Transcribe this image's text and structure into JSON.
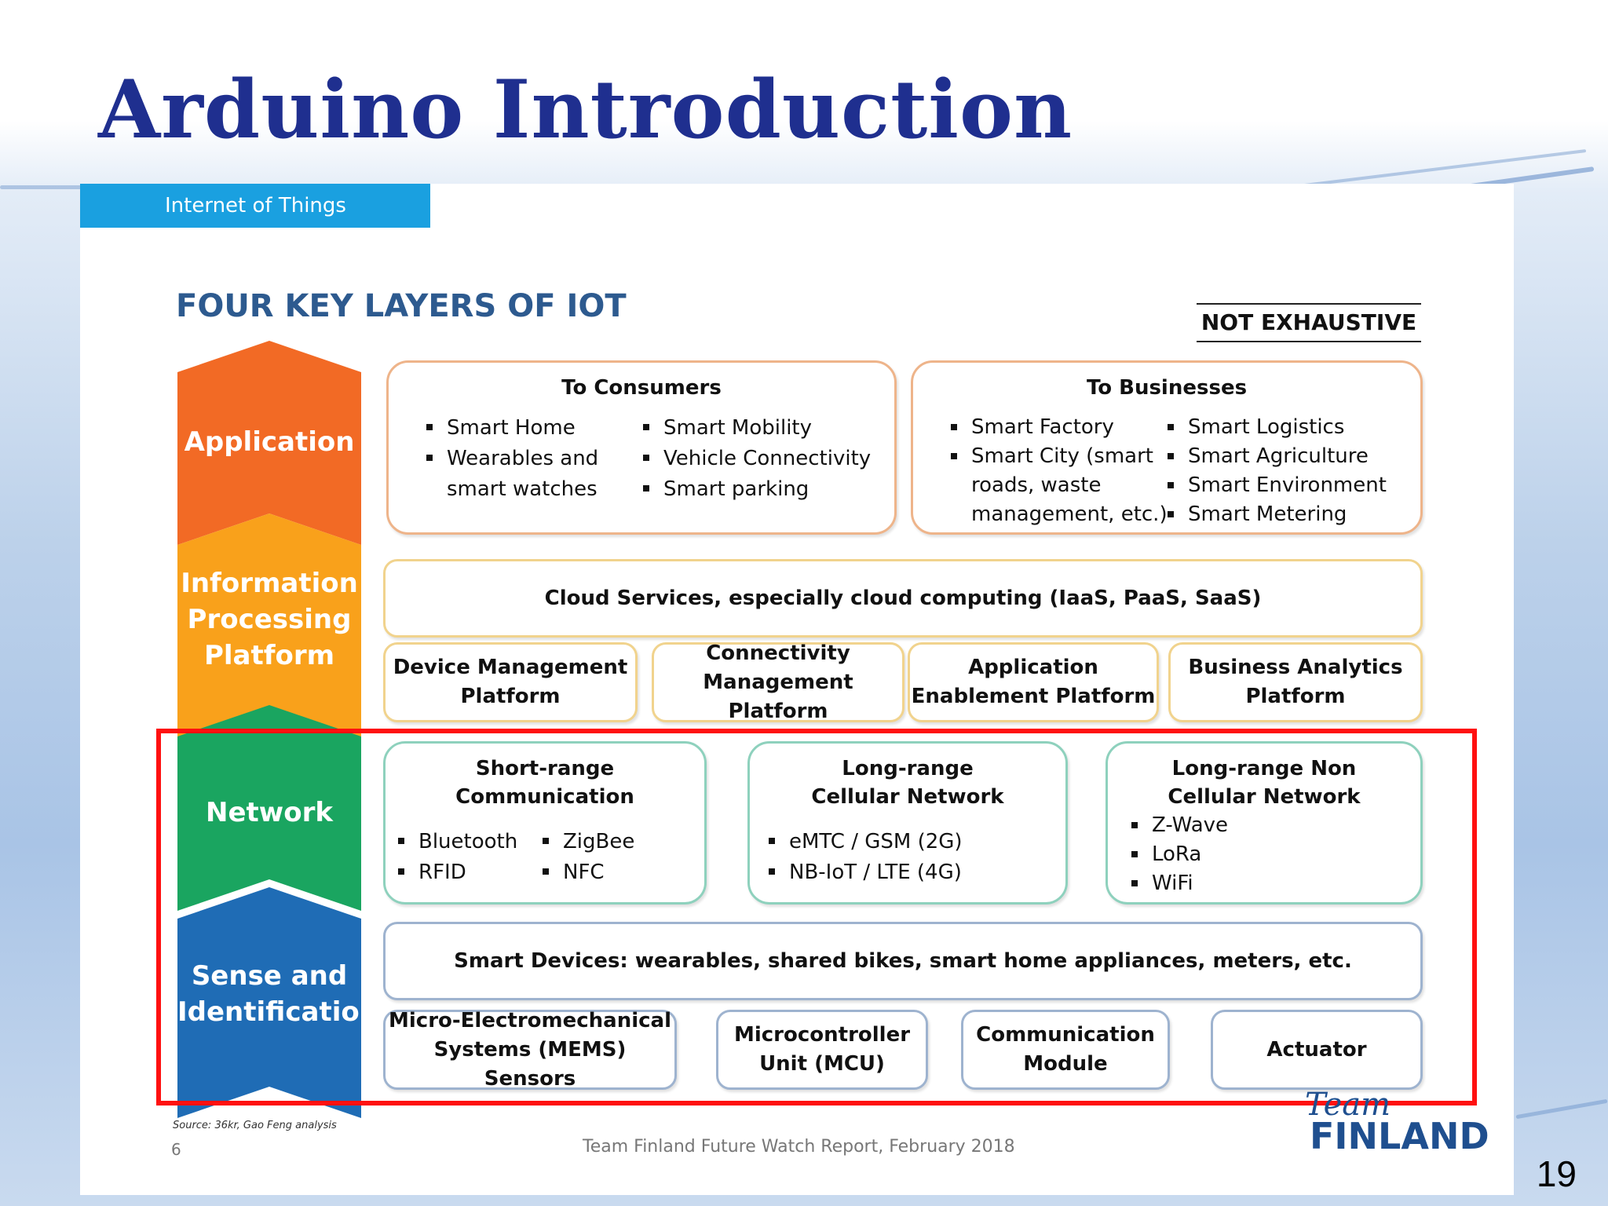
{
  "slide": {
    "title": "Arduino Introduction",
    "page_number": "19"
  },
  "panel": {
    "tag": "Internet of Things",
    "diagram_title": "FOUR KEY LAYERS OF IOT",
    "not_exhaustive": "NOT EXHAUSTIVE",
    "source_note": "Source: 36kr, Gao Feng analysis",
    "page": "6",
    "footer": "Team Finland Future Watch Report, February 2018",
    "logo_script": "Team",
    "logo_text": "FINLAND"
  },
  "layers": {
    "application": {
      "label": "Application",
      "color": "#f26a25"
    },
    "information": {
      "label_lines": [
        "Information",
        "Processing",
        "Platform"
      ],
      "color": "#f9a11b"
    },
    "network": {
      "label": "Network",
      "color": "#1aa560"
    },
    "sense": {
      "label_lines": [
        "Sense and",
        "Identification"
      ],
      "color": "#1f6cb5"
    }
  },
  "application": {
    "consumers": {
      "title": "To Consumers",
      "col1": [
        "Smart Home",
        "Wearables and",
        "smart watches"
      ],
      "col2": [
        "Smart Mobility",
        "Vehicle Connectivity",
        "Smart parking"
      ]
    },
    "businesses": {
      "title": "To Businesses",
      "col1": [
        "Smart Factory",
        "Smart City (smart",
        "roads, waste",
        "management, etc.)"
      ],
      "col2": [
        "Smart Logistics",
        "Smart Agriculture",
        "Smart Environment",
        "Smart Metering"
      ]
    }
  },
  "information": {
    "cloud": "Cloud Services, especially cloud computing (IaaS, PaaS, SaaS)",
    "platforms": [
      [
        "Device Management",
        "Platform"
      ],
      [
        "Connectivity",
        "Management Platform"
      ],
      [
        "Application",
        "Enablement Platform"
      ],
      [
        "Business Analytics",
        "Platform"
      ]
    ]
  },
  "network": {
    "short_range": {
      "title_lines": [
        "Short-range",
        "Communication"
      ],
      "col1": [
        "Bluetooth",
        "RFID"
      ],
      "col2": [
        "ZigBee",
        "NFC"
      ]
    },
    "long_range": {
      "title_lines": [
        "Long-range",
        "Cellular Network"
      ],
      "items": [
        "eMTC / GSM (2G)",
        "NB-IoT / LTE (4G)"
      ]
    },
    "long_range_non": {
      "title_lines": [
        "Long-range Non",
        "Cellular Network"
      ],
      "items": [
        "Z-Wave",
        "LoRa",
        "WiFi"
      ]
    }
  },
  "sense": {
    "smart_devices": "Smart Devices: wearables, shared bikes, smart home appliances, meters, etc.",
    "components": [
      [
        "Micro-Electromechanical",
        "Systems (MEMS) Sensors"
      ],
      [
        "Microcontroller",
        "Unit (MCU)"
      ],
      [
        "Communication",
        "Module"
      ],
      [
        "Actuator"
      ]
    ]
  },
  "highlight": {
    "color": "#ff1010"
  }
}
